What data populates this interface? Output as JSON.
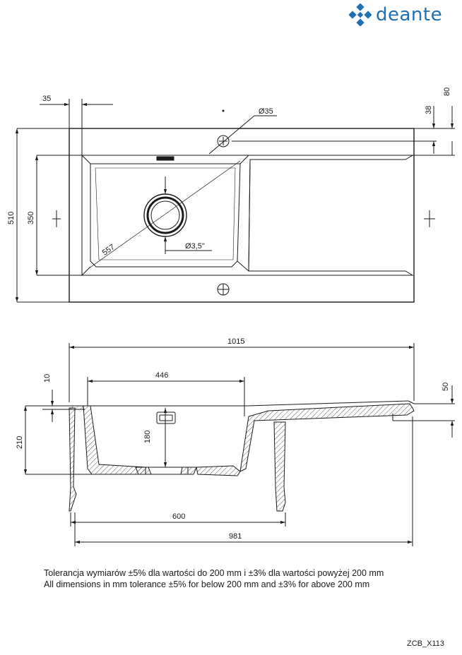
{
  "brand": {
    "name": "deante",
    "color": "#1f6fb4",
    "icon": "deante-logo-icon"
  },
  "top_view": {
    "dim_35": "35",
    "dim_80": "80",
    "dim_38": "38",
    "dim_510": "510",
    "dim_350": "350",
    "dim_557": "557",
    "tap_hole": "Ø35",
    "waste": "Ø3,5\""
  },
  "section_view": {
    "dim_1015": "1015",
    "dim_446": "446",
    "dim_10": "10",
    "dim_50": "50",
    "dim_210": "210",
    "dim_180": "180",
    "dim_600": "600",
    "dim_981": "981"
  },
  "notes": {
    "pl": "Tolerancja wymiarów ±5% dla wartości do 200 mm i ±3% dla wartości powyżej 200 mm",
    "en": "All dimensions in mm tolerance ±5% for below 200 mm and ±3% for above 200 mm"
  },
  "model_code": "ZCB_X113"
}
